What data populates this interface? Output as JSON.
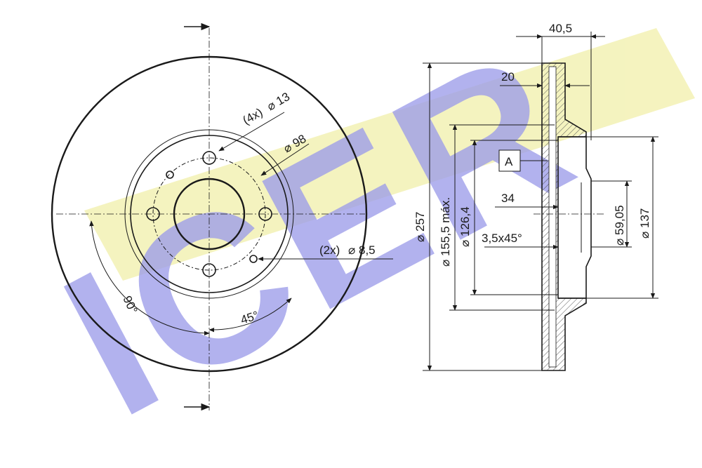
{
  "brand": {
    "watermark_text": "ICER",
    "watermark_color": "#8c8ce6",
    "stripe_color": "#f3f1b4"
  },
  "front_view": {
    "bolt_holes_label": "(4x)",
    "bolt_holes_dia": "13",
    "bolt_circle_dia": "98",
    "pin_holes_label": "(2x)",
    "pin_holes_dia": "8,5",
    "angle_large": "90°",
    "angle_small": "45°"
  },
  "side_view": {
    "overall_thickness": "40,5",
    "disc_thickness": "20",
    "outer_dia": "257",
    "max_dia": "155,5 máx.",
    "hat_dia": "126,4",
    "hub_depth": "34",
    "chamfer": "3,5x45°",
    "center_bore_dia": "59,05",
    "hat_outer_dia": "137",
    "datum": "A"
  },
  "symbols": {
    "diameter": "⌀"
  },
  "colors": {
    "line": "#1a1a1a",
    "hatch": "#555555"
  }
}
